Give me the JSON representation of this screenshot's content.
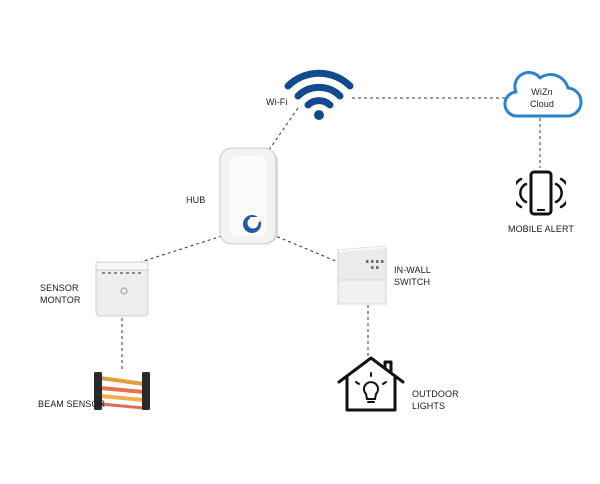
{
  "diagram": {
    "nodes": {
      "wifi": {
        "label": "Wi-Fi",
        "icon": "wifi-icon",
        "color": "#114a8f"
      },
      "cloud": {
        "label_lines": [
          "WiZn",
          "Cloud"
        ],
        "icon": "cloud-icon",
        "color": "#2d82cc"
      },
      "hub": {
        "label": "HUB",
        "icon": "hub-device"
      },
      "phone": {
        "label": "MOBILE ALERT",
        "icon": "phone-icon"
      },
      "sensor_monitor": {
        "label_lines": [
          "SENSOR",
          "MONTOR"
        ],
        "icon": "sensor-monitor-device"
      },
      "inwall_switch": {
        "label_lines": [
          "IN-WALL",
          "SWITCH"
        ],
        "icon": "inwall-switch-device"
      },
      "beam_sensor": {
        "label": "BEAM SENSOR",
        "icon": "beam-sensor-icon"
      },
      "outdoor_lights": {
        "label_lines": [
          "OUTDOOR",
          "LIGHTS"
        ],
        "icon": "house-light-icon"
      }
    },
    "connections": [
      {
        "from": "wifi",
        "to": "cloud",
        "style": "dashed"
      },
      {
        "from": "wifi",
        "to": "hub",
        "style": "dashed"
      },
      {
        "from": "cloud",
        "to": "phone",
        "style": "dashed"
      },
      {
        "from": "hub",
        "to": "sensor_monitor",
        "style": "dashed"
      },
      {
        "from": "hub",
        "to": "inwall_switch",
        "style": "dashed"
      },
      {
        "from": "sensor_monitor",
        "to": "beam_sensor",
        "style": "dashed"
      },
      {
        "from": "inwall_switch",
        "to": "outdoor_lights",
        "style": "dashed"
      }
    ]
  }
}
